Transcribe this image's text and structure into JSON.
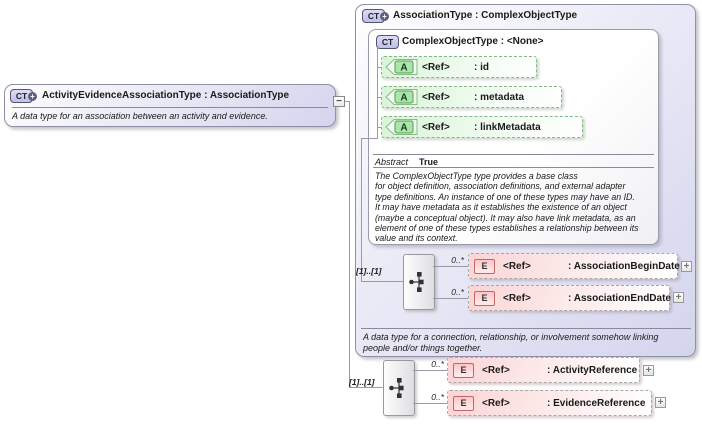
{
  "icons": {
    "complex_type": "CT",
    "attribute": "A",
    "element": "E",
    "expand": "+",
    "collapse": "−"
  },
  "derived_type": {
    "title": "ActivityEvidenceAssociationType : AssociationType",
    "description": "A data type for an association between an activity and evidence."
  },
  "association_type": {
    "title": "AssociationType : ComplexObjectType",
    "description": "A data type for a connection, relationship, or involvement somehow linking\npeople and/or things together.",
    "base_type": {
      "title": "ComplexObjectType : <None>",
      "attributes": [
        {
          "ref": "<Ref>",
          "name": ": id"
        },
        {
          "ref": "<Ref>",
          "name": ": metadata"
        },
        {
          "ref": "<Ref>",
          "name": ": linkMetadata"
        }
      ],
      "abstract_label": "Abstract",
      "abstract_value": "True",
      "description": "The ComplexObjectType type provides a base class\nfor object definition, association definitions, and external adapter\ntype definitions. An instance of one of these types may have an ID.\nIt may have metadata as it establishes the existence of an object\n(maybe a conceptual object). It may also have link metadata, as an\nelement of one of these types establishes a relationship between its\nvalue and its context."
    },
    "sequence": {
      "cardinality": "[1]..[1]",
      "elements": [
        {
          "occurs": "0..*",
          "ref": "<Ref>",
          "name": ": AssociationBeginDate"
        },
        {
          "occurs": "0..*",
          "ref": "<Ref>",
          "name": ": AssociationEndDate"
        }
      ]
    }
  },
  "root_sequence": {
    "cardinality": "[1]..[1]",
    "elements": [
      {
        "occurs": "0..*",
        "ref": "<Ref>",
        "name": ": ActivityReference"
      },
      {
        "occurs": "0..*",
        "ref": "<Ref>",
        "name": ": EvidenceReference"
      }
    ]
  }
}
